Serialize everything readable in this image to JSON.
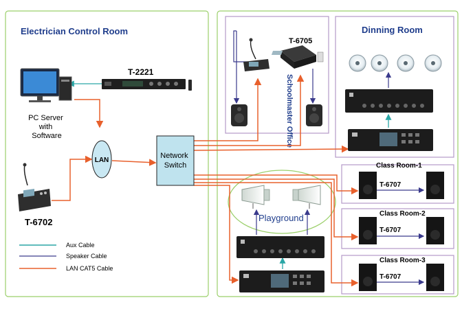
{
  "zones": {
    "control_room": "Electrician Control Room",
    "dining_room": "Dinning Room",
    "schoolmaster_office": "Schoolmaster Office",
    "playground": "Playground",
    "class_room_1": "Class Room-1",
    "class_room_2": "Class Room-2",
    "class_room_3": "Class Room-3"
  },
  "devices": {
    "tuner": "T-2221",
    "paging_console_office": "T-6705",
    "paging_console_control": "T-6702",
    "class1_amp": "T-6707",
    "class2_amp": "T-6707",
    "class3_amp": "T-6707",
    "pc_server": [
      "PC Server",
      "with",
      "Software"
    ],
    "lan": "LAN",
    "network_switch": [
      "Network",
      "Switch"
    ]
  },
  "legend": [
    {
      "label": "Aux Cable",
      "color": "#2aa6a6"
    },
    {
      "label": "Speaker Cable",
      "color": "#3a3a8c"
    },
    {
      "label": "LAN  CAT5 Cable",
      "color": "#e8602c"
    }
  ],
  "colors": {
    "lan": "#e8602c",
    "aux": "#2aa6a6",
    "speaker": "#3a3a8c",
    "control_border": "#9bcf6a",
    "right_border": "#9bcf6a",
    "room_border": "#b59ac8",
    "switch_fill": "#bfe3ee",
    "title": "#1f3d8c"
  }
}
